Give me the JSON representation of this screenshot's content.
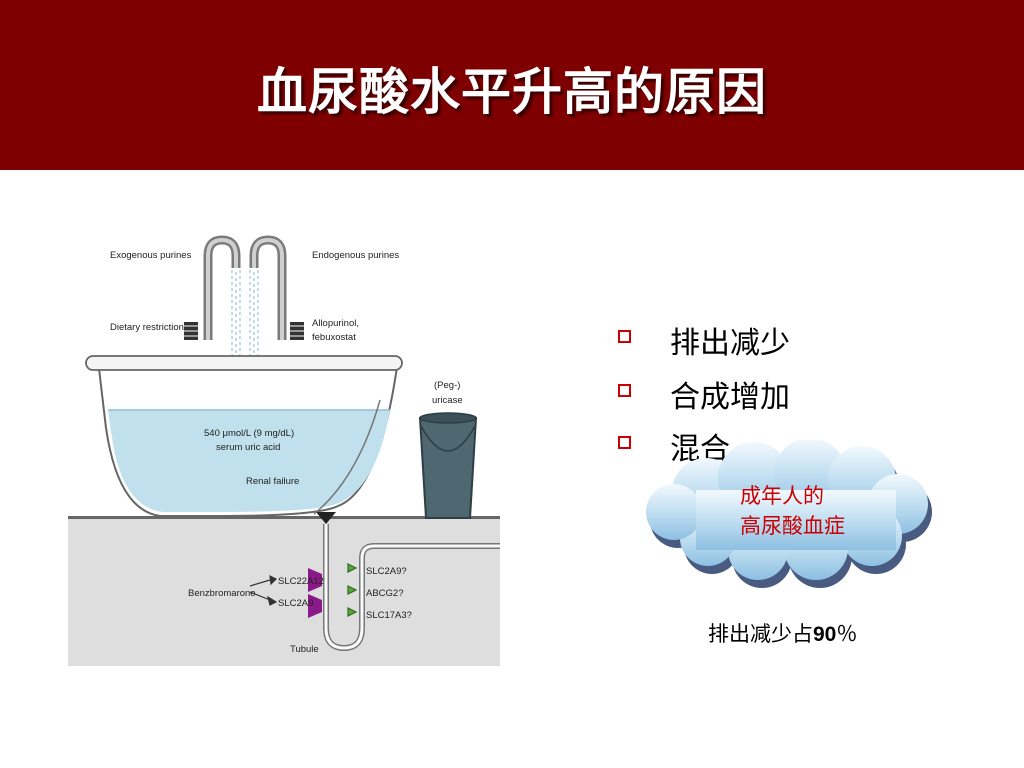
{
  "slide": {
    "title": "血尿酸水平升高的原因",
    "colors": {
      "header": "#7f0000",
      "bullet_marker": "#cc0000",
      "cloud_text": "#cc0000"
    }
  },
  "figure": {
    "labels": {
      "exogenous": "Exogenous purines",
      "endogenous": "Endogenous purines",
      "dietary": "Dietary restriction",
      "allopurinol_1": "Allopurinol,",
      "allopurinol_2": "febuxostat",
      "uricase_1": "(Peg-)",
      "uricase_2": "uricase",
      "serum_1": "540 μmol/L (9 mg/dL)",
      "serum_2": "serum uric acid",
      "renal": "Renal failure",
      "benz": "Benzbromarone",
      "slc22a12": "SLC22A12",
      "slc2a9_left": "SLC2A9",
      "slc2a9q": "SLC2A9?",
      "abcg2": "ABCG2?",
      "slc17a3": "SLC17A3?",
      "tubule": "Tubule"
    }
  },
  "bullets": [
    {
      "text": "排出减少"
    },
    {
      "text": "合成增加"
    },
    {
      "text": "混合"
    }
  ],
  "cloud": {
    "line1": "成年人的",
    "line2": "高尿酸血症"
  },
  "note": {
    "prefix": "排出减少占",
    "value": "90",
    "suffix": "％"
  }
}
